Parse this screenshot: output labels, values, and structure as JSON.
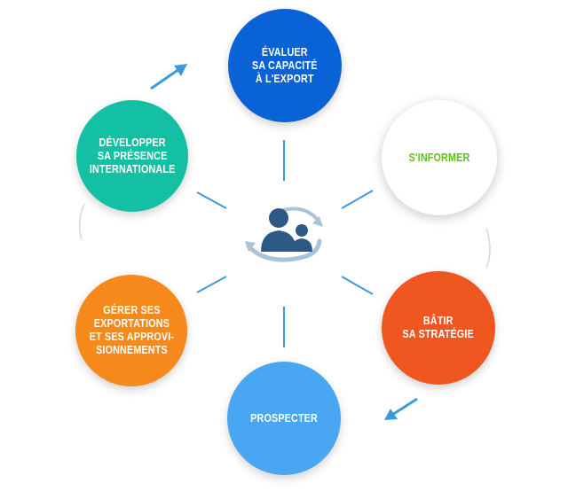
{
  "diagram": {
    "steps": [
      {
        "key": "evaluer",
        "label": "ÉVALUER\nSA CAPACITÉ\nÀ L'EXPORT",
        "color": "#0a63d6"
      },
      {
        "key": "informer",
        "label": "S'INFORMER",
        "color": "#ffffff",
        "text_color": "#5cc21a"
      },
      {
        "key": "batir",
        "label": "BÂTIR\nSA STRATÉGIE",
        "color": "#f0561f"
      },
      {
        "key": "prospecter",
        "label": "PROSPECTER",
        "color": "#48a6f2"
      },
      {
        "key": "gerer",
        "label": "GÉRER SES\nEXPORTATIONS\nET SES APPROVI-\nSIONNEMENTS",
        "color": "#f5891b"
      },
      {
        "key": "developper",
        "label": "DÉVELOPPER\nSA PRÉSENCE\nINTERNATIONALE",
        "color": "#14c0a3"
      }
    ],
    "center_icon": "people-cycle-icon",
    "colors": {
      "connector": "#3b9ad9",
      "arrow": "#3b9ad9",
      "icon_dark": "#2c5a85",
      "icon_swoosh": "#a9c3d8"
    }
  }
}
